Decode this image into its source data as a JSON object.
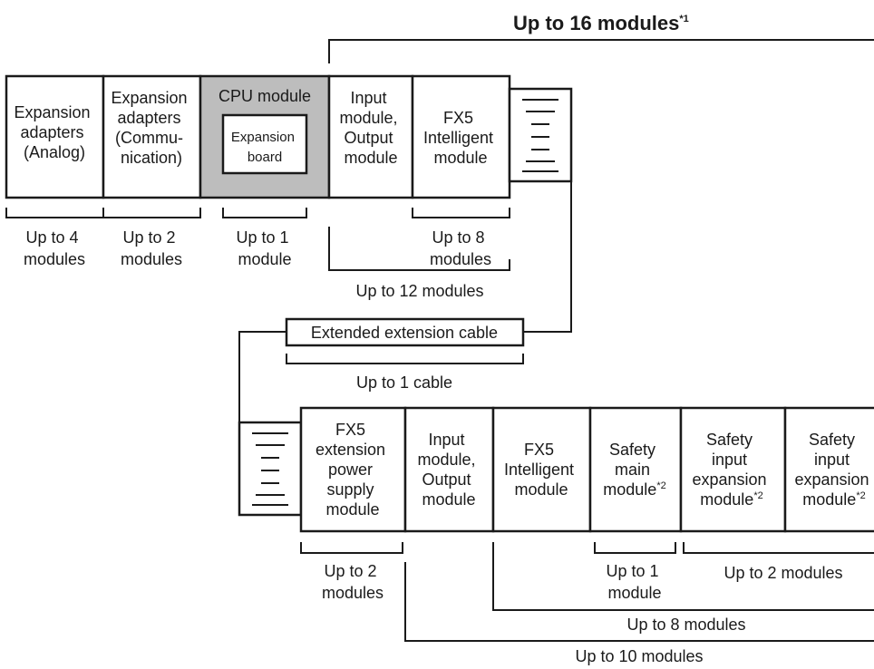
{
  "title": {
    "text": "Up to 16 modules",
    "note": "*1"
  },
  "row1": {
    "exp_analog": [
      "Expansion",
      "adapters",
      "(Analog)"
    ],
    "exp_comm": [
      "Expansion",
      "adapters",
      "(Commu-",
      "nication)"
    ],
    "cpu": "CPU module",
    "exp_board": [
      "Expansion",
      "board"
    ],
    "io": [
      "Input",
      "module,",
      "Output",
      "module"
    ],
    "fx5_intel": [
      "FX5",
      "Intelligent",
      "module"
    ]
  },
  "row1_limits": {
    "analog": [
      "Up to 4",
      "modules"
    ],
    "comm": [
      "Up to 2",
      "modules"
    ],
    "board": [
      "Up to 1",
      "module"
    ],
    "intel": [
      "Up to 8",
      "modules"
    ],
    "io_intel": "Up to 12 modules"
  },
  "cable": {
    "label": "Extended extension cable",
    "limit": "Up to 1 cable"
  },
  "row2": {
    "power": [
      "FX5",
      "extension",
      "power",
      "supply",
      "module"
    ],
    "io": [
      "Input",
      "module,",
      "Output",
      "module"
    ],
    "fx5_intel": [
      "FX5",
      "Intelligent",
      "module"
    ],
    "safety_main": [
      "Safety",
      "main",
      "module"
    ],
    "safety_exp1": [
      "Safety",
      "input",
      "expansion",
      "module"
    ],
    "safety_exp2": [
      "Safety",
      "input",
      "expansion",
      "module"
    ],
    "note2": "*2"
  },
  "row2_limits": {
    "power": [
      "Up to 2",
      "modules"
    ],
    "safety_main": [
      "Up to 1",
      "module"
    ],
    "safety_exp": "Up to 2 modules",
    "intel_safety": "Up to 8 modules",
    "all": "Up to 10 modules"
  }
}
